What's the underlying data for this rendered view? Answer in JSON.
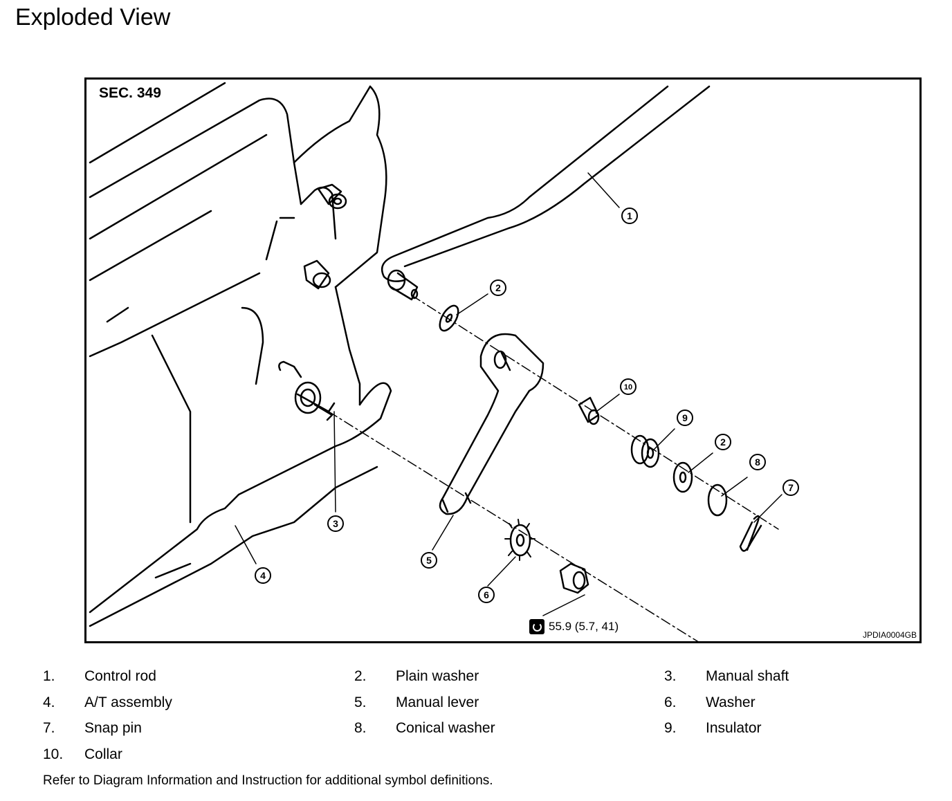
{
  "title": "Exploded View",
  "diagram": {
    "section": "SEC. 349",
    "image_code": "JPDIA0004GB",
    "torque_spec": "55.9 (5.7, 41)",
    "callouts": [
      "1",
      "2",
      "3",
      "4",
      "5",
      "6",
      "7",
      "8",
      "9",
      "10",
      "2"
    ]
  },
  "legend": [
    {
      "num": "1.",
      "label": "Control rod"
    },
    {
      "num": "2.",
      "label": "Plain washer"
    },
    {
      "num": "3.",
      "label": "Manual shaft"
    },
    {
      "num": "4.",
      "label": "A/T assembly"
    },
    {
      "num": "5.",
      "label": "Manual lever"
    },
    {
      "num": "6.",
      "label": "Washer"
    },
    {
      "num": "7.",
      "label": "Snap pin"
    },
    {
      "num": "8.",
      "label": "Conical washer"
    },
    {
      "num": "9.",
      "label": "Insulator"
    },
    {
      "num": "10.",
      "label": "Collar"
    }
  ],
  "footnote": "Refer to Diagram Information and Instruction for additional symbol definitions."
}
